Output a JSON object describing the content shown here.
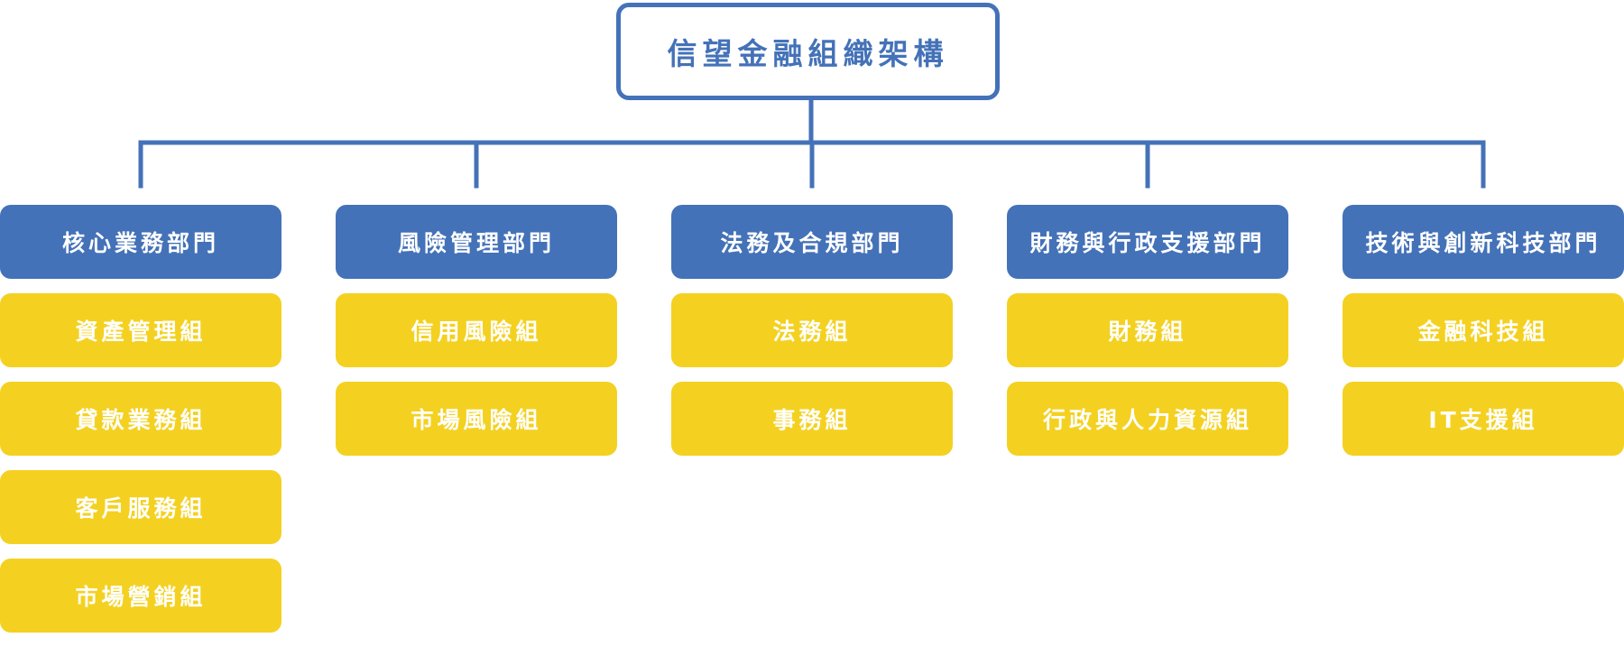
{
  "colors": {
    "primary": "#4472b8",
    "accent": "#f4d121",
    "dept_text": "#ffffff",
    "group_text": "#ffffff",
    "background": "#ffffff"
  },
  "root": {
    "title": "信望金融組織架構"
  },
  "departments": [
    {
      "label": "核心業務部門",
      "groups": [
        "資產管理組",
        "貸款業務組",
        "客戶服務組",
        "市場營銷組"
      ]
    },
    {
      "label": "風險管理部門",
      "groups": [
        "信用風險組",
        "市場風險組"
      ]
    },
    {
      "label": "法務及合規部門",
      "groups": [
        "法務組",
        "事務組"
      ]
    },
    {
      "label": "財務與行政支援部門",
      "groups": [
        "財務組",
        "行政與人力資源組"
      ]
    },
    {
      "label": "技術與創新科技部門",
      "groups": [
        "金融科技組",
        "IT支援組"
      ]
    }
  ]
}
